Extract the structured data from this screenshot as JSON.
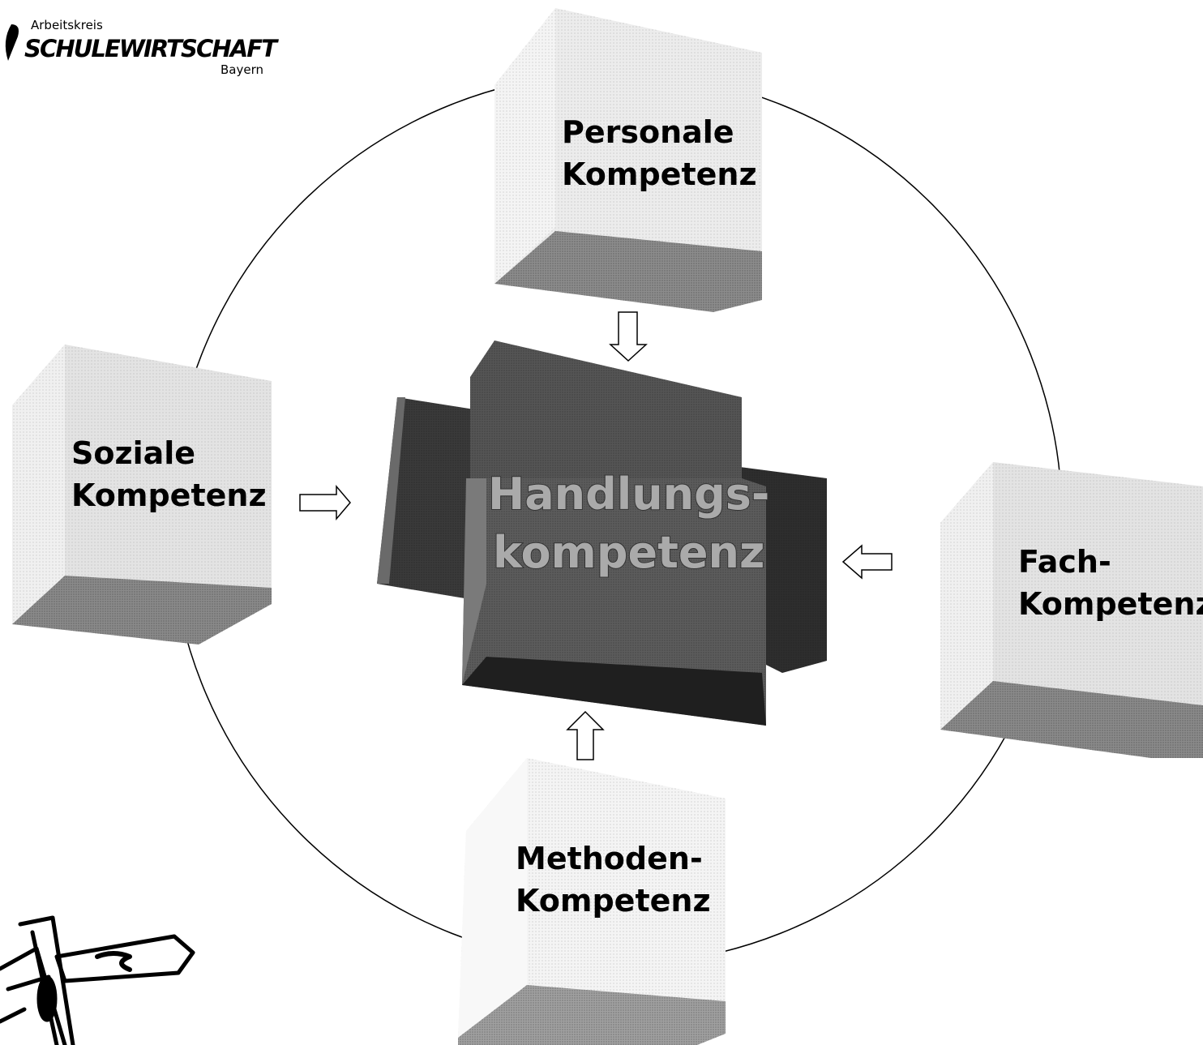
{
  "logo": {
    "line1": "Arbeitskreis",
    "line2": "SCHULEWIRTSCHAFT",
    "line3": "Bayern"
  },
  "boxes": {
    "personale": {
      "line1": "Personale",
      "line2": "Kompetenz"
    },
    "soziale": {
      "line1": "Soziale",
      "line2": "Kompetenz"
    },
    "fach": {
      "line1": "Fach-",
      "line2": "Kompetenz"
    },
    "methoden": {
      "line1": "Methoden-",
      "line2": "Kompetenz"
    }
  },
  "center": {
    "line1": "Handlungs-",
    "line2": "kompetenz"
  },
  "colors": {
    "box_light": "#e6e6e6",
    "box_side": "#f2f2f2",
    "box_shadow": "#8c8c8c",
    "center_front": "#5a5a5a",
    "center_dark": "#2e2e2e",
    "circle": "#000000"
  },
  "icons": [
    "signpost-icon",
    "arrow-down-icon",
    "arrow-right-icon",
    "arrow-left-icon",
    "arrow-up-icon"
  ]
}
